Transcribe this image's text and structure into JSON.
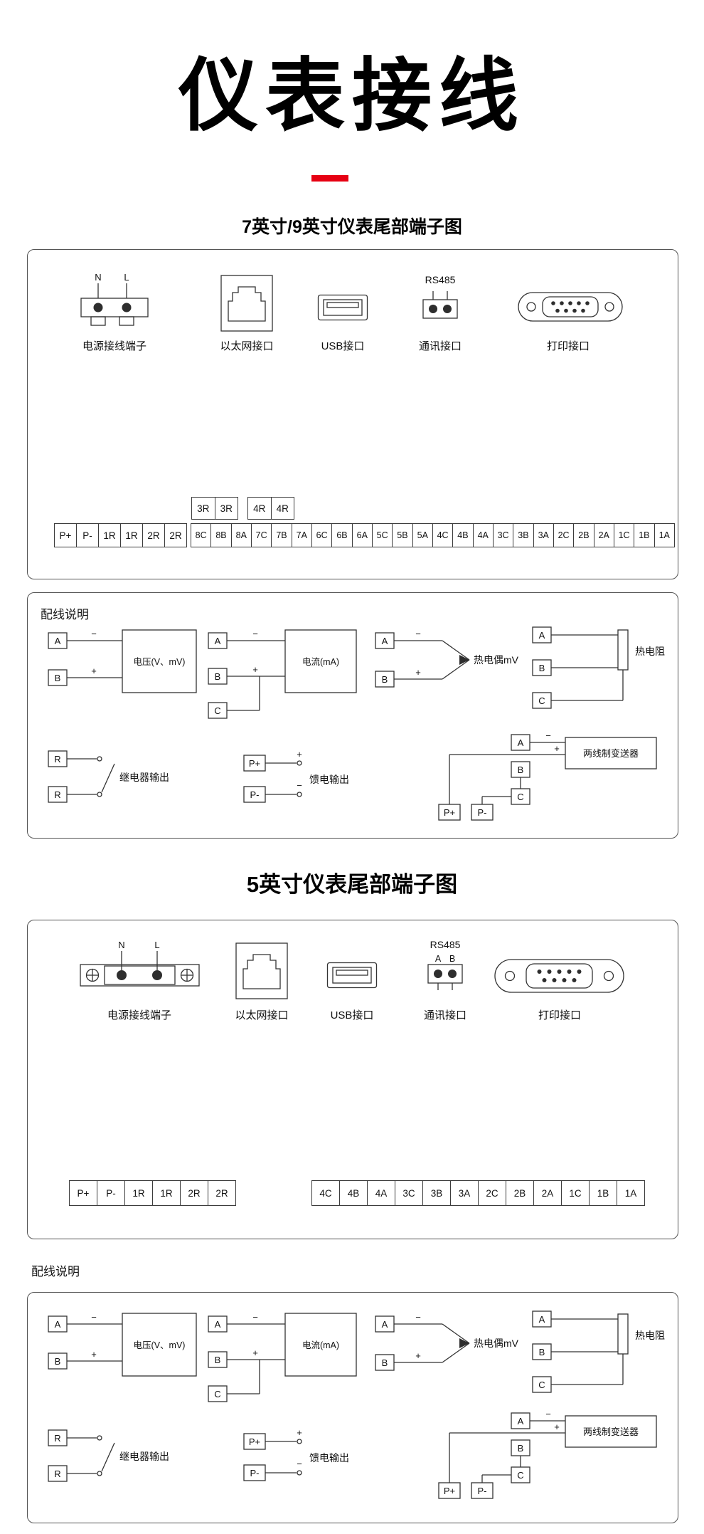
{
  "colors": {
    "divider": "#e60012",
    "ink": "#111111"
  },
  "page": {
    "title": "仪表接线"
  },
  "s7": {
    "heading": "7英寸/9英寸仪表尾部端子图",
    "power": {
      "n": "N",
      "l": "L",
      "label": "电源接线端子"
    },
    "ethernet_label": "以太网接口",
    "usb_label": "USB接口",
    "comm": {
      "title": "RS485",
      "label": "通讯接口"
    },
    "printer_label": "打印接口",
    "relay_strip": [
      "3R",
      "3R",
      "4R",
      "4R"
    ],
    "left_strip": [
      "P+",
      "P-",
      "1R",
      "1R",
      "2R",
      "2R"
    ],
    "main_strip": [
      "8C",
      "8B",
      "8A",
      "7C",
      "7B",
      "7A",
      "6C",
      "6B",
      "6A",
      "5C",
      "5B",
      "5A",
      "4C",
      "4B",
      "4A",
      "3C",
      "3B",
      "3A",
      "2C",
      "2B",
      "2A",
      "1C",
      "1B",
      "1A"
    ]
  },
  "s5": {
    "heading": "5英寸仪表尾部端子图",
    "power": {
      "n": "N",
      "l": "L",
      "label": "电源接线端子"
    },
    "ethernet_label": "以太网接口",
    "usb_label": "USB接口",
    "comm": {
      "title": "RS485",
      "a": "A",
      "b": "B",
      "label": "通讯接口"
    },
    "printer_label": "打印接口",
    "left_strip": [
      "P+",
      "P-",
      "1R",
      "1R",
      "2R",
      "2R"
    ],
    "main_strip": [
      "4C",
      "4B",
      "4A",
      "3C",
      "3B",
      "3A",
      "2C",
      "2B",
      "2A",
      "1C",
      "1B",
      "1A"
    ]
  },
  "wiring": {
    "heading": "配线说明",
    "voltage": {
      "a": "A",
      "b": "B",
      "minus": "−",
      "plus": "+",
      "label": "电压(V、mV)"
    },
    "current": {
      "a": "A",
      "b": "B",
      "c": "C",
      "minus": "−",
      "plus": "+",
      "label": "电流(mA)"
    },
    "thermocouple": {
      "a": "A",
      "b": "B",
      "minus": "−",
      "plus": "+",
      "label": "热电偶mV"
    },
    "rtd": {
      "a": "A",
      "b": "B",
      "c": "C",
      "label": "热电阻"
    },
    "relay": {
      "r1": "R",
      "r2": "R",
      "label": "继电器输出"
    },
    "feed": {
      "p_plus": "P+",
      "p_minus": "P-",
      "plus": "+",
      "minus": "−",
      "label": "馈电输出"
    },
    "transmitter": {
      "a": "A",
      "b": "B",
      "c": "C",
      "p_plus": "P+",
      "p_minus": "P-",
      "minus": "−",
      "plus": "+",
      "label": "两线制变送器"
    }
  }
}
